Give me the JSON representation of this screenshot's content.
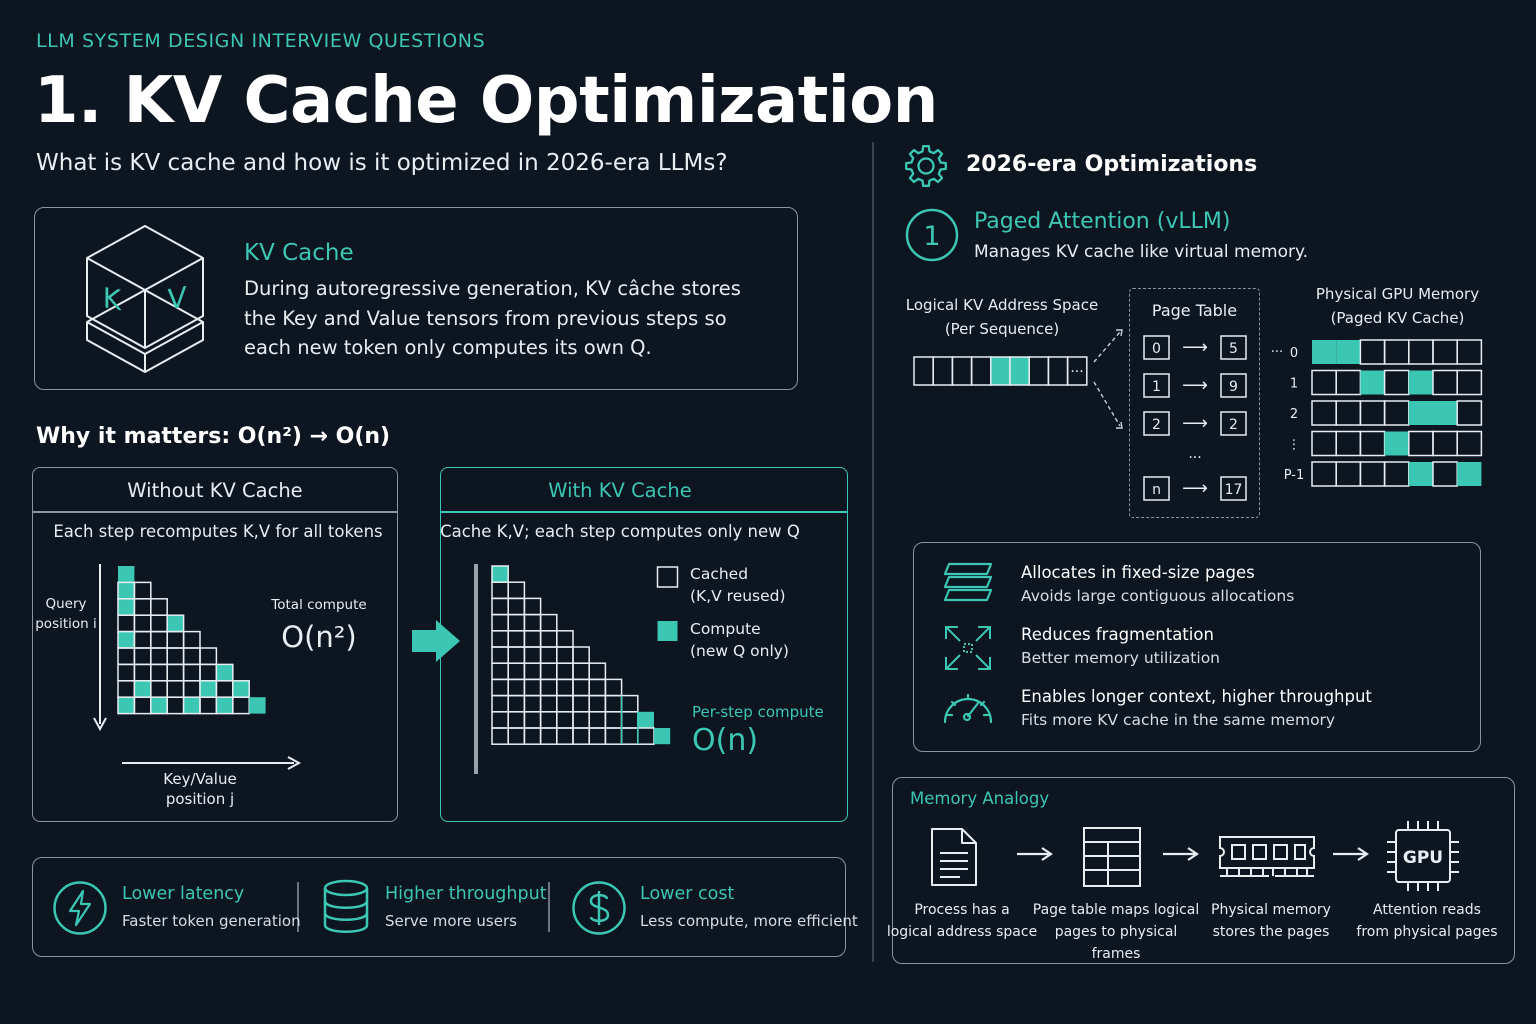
{
  "header": {
    "kicker": "LLM SYSTEM DESIGN INTERVIEW QUESTIONS",
    "title": "1. KV Cache Optimization",
    "subtitle": "What is KV cache and how is it optimized in 2026-era LLMs?"
  },
  "kv_card": {
    "icon_k": "K",
    "icon_v": "V",
    "title": "KV Cache",
    "text": "During autoregressive generation, KV câche stores the Key and Value tensors from previous steps so each new token only computes its own Q."
  },
  "why": {
    "text": "Why it matters: O(n²) → O(n)"
  },
  "without": {
    "title": "Without KV Cache",
    "sub": "Each step recomputes K,V for all tokens",
    "y_label": [
      "Query",
      "position i"
    ],
    "x_label": [
      "Key/Value",
      "position j"
    ],
    "total_label": "Total compute",
    "total_value": "O(n²)"
  },
  "with": {
    "title": "With KV Cache",
    "sub": "Cache K,V; each step computes only new Q",
    "legend_cached": [
      "Cached",
      "(K,V reused)"
    ],
    "legend_compute": [
      "Compute",
      "(new Q only)"
    ],
    "per_step_label": "Per-step compute",
    "per_step_value": "O(n)"
  },
  "benefits": [
    {
      "icon": "lightning-icon",
      "title": "Lower latency",
      "sub": "Faster token generation"
    },
    {
      "icon": "database-icon",
      "title": "Higher throughput",
      "sub": "Serve more users"
    },
    {
      "icon": "dollar-icon",
      "title": "Lower cost",
      "sub": "Less compute, more efficient"
    }
  ],
  "right": {
    "title": "2026-era Optimizations",
    "number": "1",
    "pa_title": "Paged Attention (vLLM)",
    "pa_sub": "Manages KV cache like virtual memory."
  },
  "paged": {
    "logical_label": [
      "Logical KV Address Space",
      "(Per Sequence)"
    ],
    "logical_more": "···",
    "page_table_label": "Page Table",
    "page_table": [
      {
        "logical": "0",
        "physical": "5"
      },
      {
        "logical": "1",
        "physical": "9"
      },
      {
        "logical": "2",
        "physical": "2"
      },
      {
        "logical": "n",
        "physical": "17"
      }
    ],
    "table_ellipsis": "···",
    "arrow": "⟶",
    "physical_label": [
      "Physical GPU Memory",
      "(Paged KV Cache)"
    ],
    "physical_rows": [
      "0",
      "1",
      "2",
      "⋮",
      "P-1"
    ],
    "physical_more": "···"
  },
  "features": [
    {
      "icon": "layers-icon",
      "title": "Allocates in fixed-size pages",
      "sub": "Avoids large contiguous allocations"
    },
    {
      "icon": "expand-icon",
      "title": "Reduces fragmentation",
      "sub": "Better memory utilization"
    },
    {
      "icon": "gauge-icon",
      "title": "Enables longer context, higher throughput",
      "sub": "Fits more KV cache in the same memory"
    }
  ],
  "analogy": {
    "title": "Memory Analogy",
    "gpu_text": "GPU",
    "steps": [
      {
        "icon": "document-icon",
        "caption": [
          "Process has a",
          "logical address space"
        ]
      },
      {
        "icon": "table-icon",
        "caption": [
          "Page table maps logical",
          "pages to physical frames"
        ]
      },
      {
        "icon": "memory-icon",
        "caption": [
          "Physical memory",
          "stores the pages"
        ]
      },
      {
        "icon": "chip-icon",
        "caption": [
          "Attention reads",
          "from physical pages"
        ]
      }
    ]
  },
  "colors": {
    "accent": "#3cc6b4",
    "background": "#0d1521",
    "border": "#8a939e"
  }
}
